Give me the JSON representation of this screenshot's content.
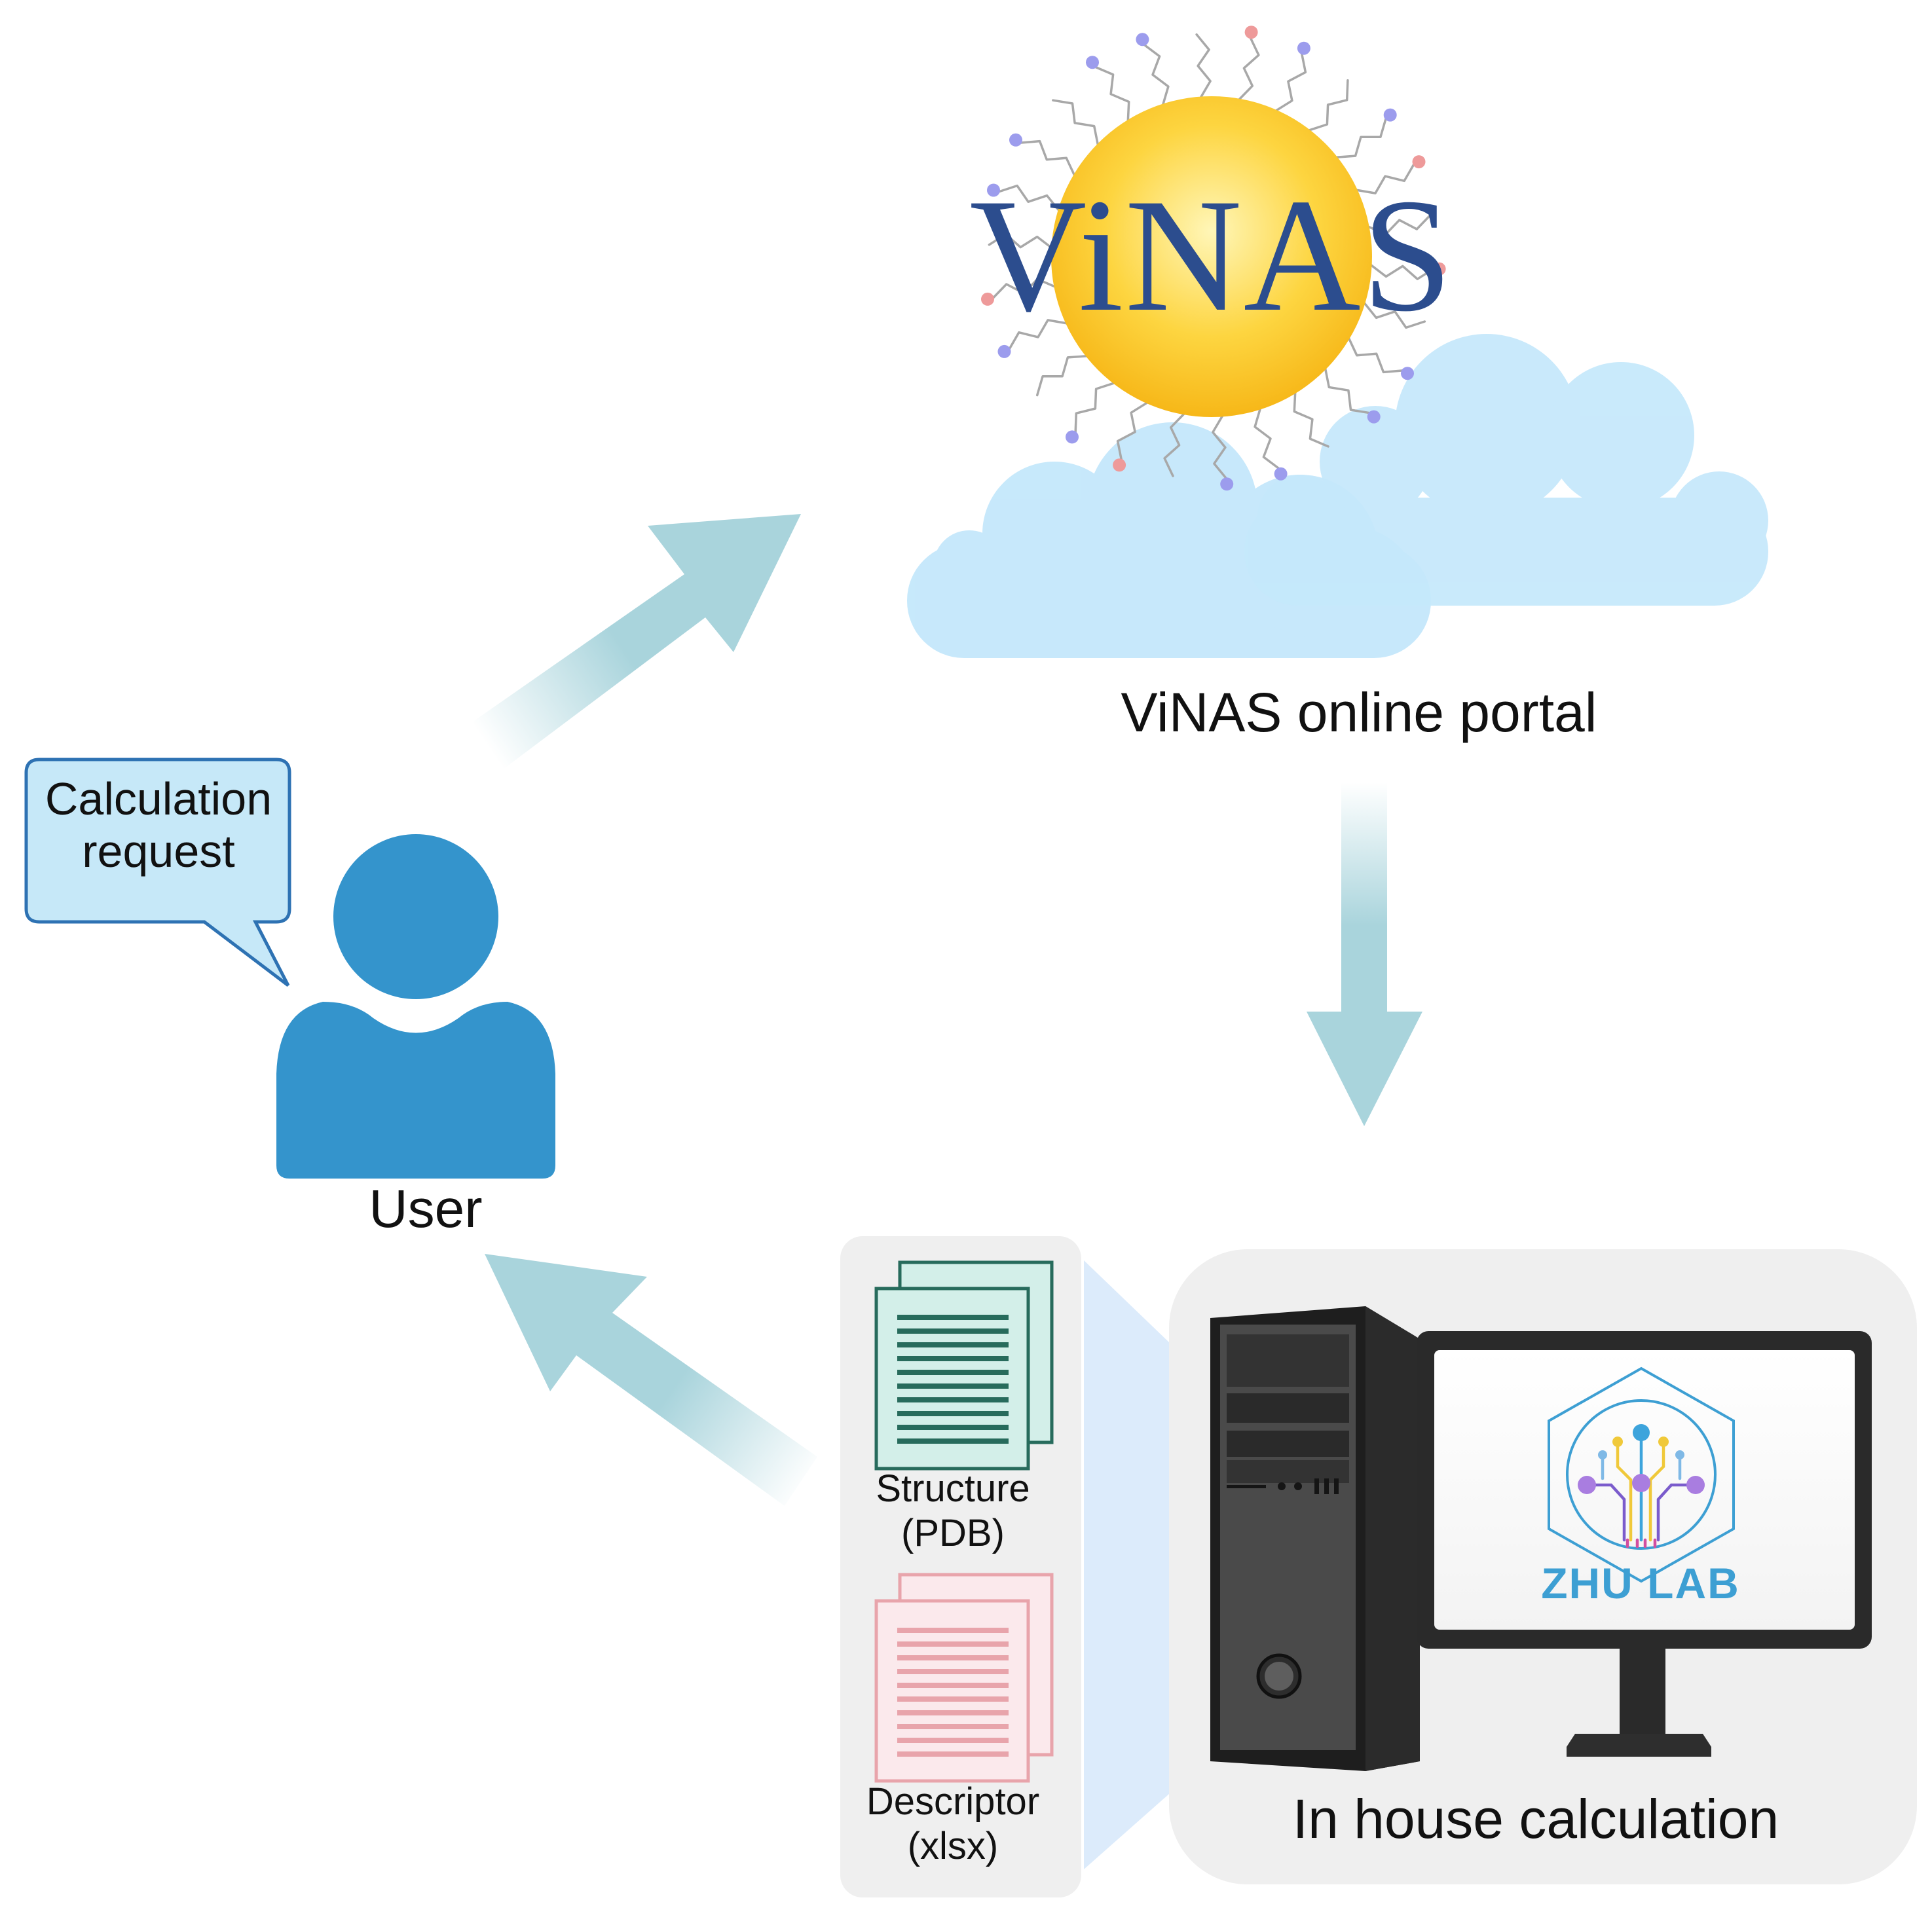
{
  "bubble": {
    "line1": "Calculation",
    "line2": "request"
  },
  "user": {
    "label": "User"
  },
  "portal": {
    "logo_text": "ViNAS",
    "label": "ViNAS online portal"
  },
  "files": {
    "structure": {
      "line1": "Structure",
      "line2": "(PDB)"
    },
    "descriptor": {
      "line1": "Descriptor",
      "line2": "(xlsx)"
    }
  },
  "computer": {
    "logo_text": "ZHU LAB",
    "label": "In house calculation"
  },
  "colors": {
    "user_blue": "#3494cc",
    "arrow": "#a9d4dc",
    "cloud": "#c5e8fb",
    "sun_center": "#fff2a6",
    "sun_edge": "#f8b91a",
    "logo_text": "#2c4d8e",
    "structure_green": "#276b5c",
    "descriptor_pink": "#e8a4ab",
    "zhu_blue": "#3d9fd3"
  },
  "icons": [
    "user-icon",
    "speech-bubble-icon",
    "arrow-icon",
    "cloud-icon",
    "sun-molecule-icon",
    "document-icon",
    "computer-tower-icon",
    "monitor-icon",
    "circuit-logo-icon"
  ]
}
